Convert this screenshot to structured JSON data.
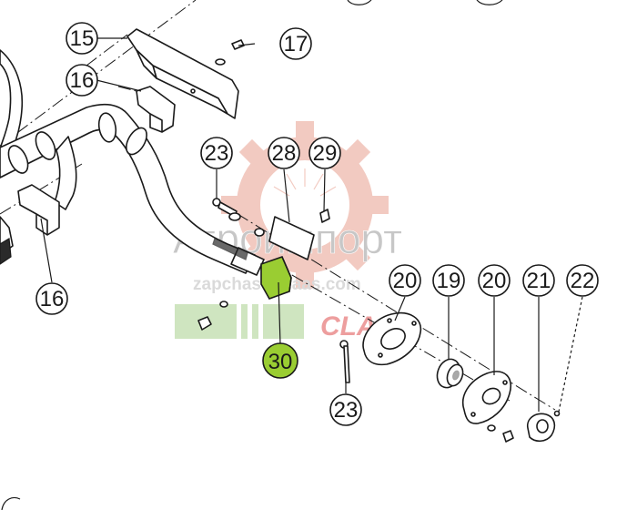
{
  "callouts": [
    {
      "id": "c15a",
      "label": "15"
    },
    {
      "id": "c17",
      "label": "17"
    },
    {
      "id": "c16a",
      "label": "16"
    },
    {
      "id": "c23a",
      "label": "23"
    },
    {
      "id": "c28",
      "label": "28"
    },
    {
      "id": "c29",
      "label": "29"
    },
    {
      "id": "c16b",
      "label": "16"
    },
    {
      "id": "c20a",
      "label": "20"
    },
    {
      "id": "c19",
      "label": "19"
    },
    {
      "id": "c20b",
      "label": "20"
    },
    {
      "id": "c21",
      "label": "21"
    },
    {
      "id": "c22",
      "label": "22"
    },
    {
      "id": "c30",
      "label": "30"
    },
    {
      "id": "c23b",
      "label": "23"
    }
  ],
  "highlight": {
    "label": "30",
    "color": "#9acd32"
  },
  "watermark": {
    "brand": "Агроимпорт",
    "site": "zapchasti-claas.com",
    "logo_text": "CLAAS",
    "gear_color": "#e8a090",
    "logo_color": "#e05050",
    "green_color": "#a8d08d"
  },
  "colors": {
    "line": "#1a1a1a",
    "background": "#ffffff"
  }
}
